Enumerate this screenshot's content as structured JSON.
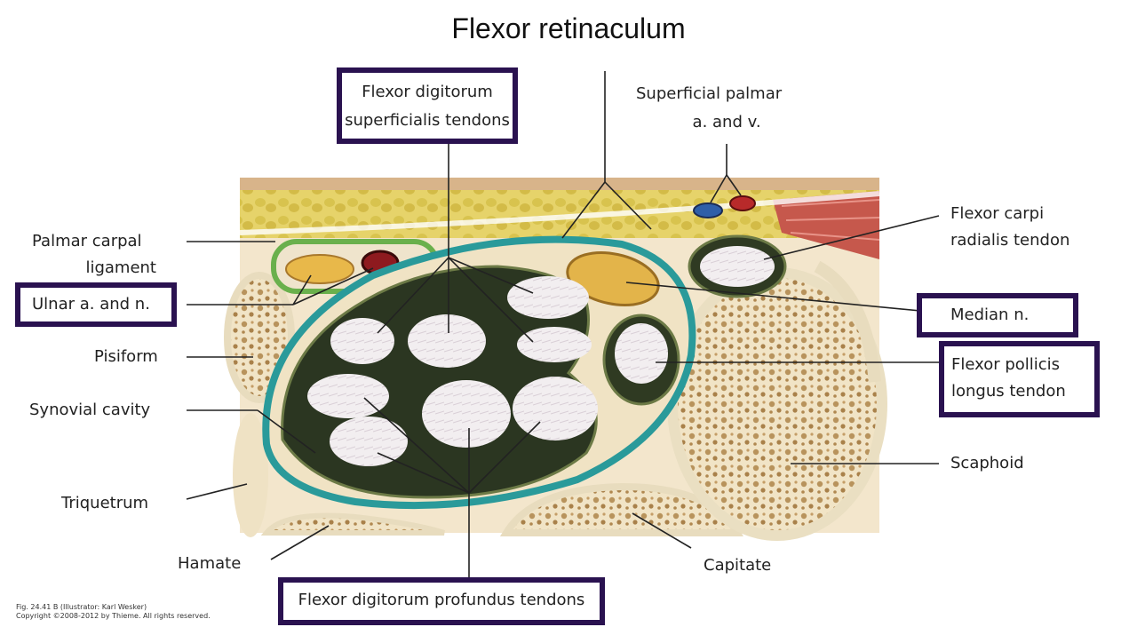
{
  "title": "Flexor retinaculum",
  "labels": {
    "fds_line1": "Flexor digitorum",
    "fds_line2": "superficialis tendons",
    "sup_palmar_line1": "Superficial palmar",
    "sup_palmar_line2": "a. and v.",
    "palmar_carpal_line1": "Palmar carpal",
    "palmar_carpal_line2": "ligament",
    "ulnar": "Ulnar a. and n.",
    "pisiform": "Pisiform",
    "synovial": "Synovial cavity",
    "triquetrum": "Triquetrum",
    "hamate": "Hamate",
    "fdp": "Flexor digitorum profundus tendons",
    "capitate": "Capitate",
    "scaphoid": "Scaphoid",
    "fpl_line1": "Flexor pollicis",
    "fpl_line2": "longus tendon",
    "median": "Median n.",
    "fcr_line1": "Flexor carpi",
    "fcr_line2": "radialis tendon"
  },
  "credit": {
    "line1": "Fig. 24.41 B   (Illustrator: Karl Wesker)",
    "line2": "Copyright ©2008-2012 by Thieme. All rights reserved."
  },
  "colors": {
    "highlight_box": "#2a1250",
    "synovial_sheath": "#2a9a9a",
    "ulnar_outline": "#6ab04c",
    "tendon_sheath": "#2f3a22",
    "bone": "#efe2c4"
  }
}
